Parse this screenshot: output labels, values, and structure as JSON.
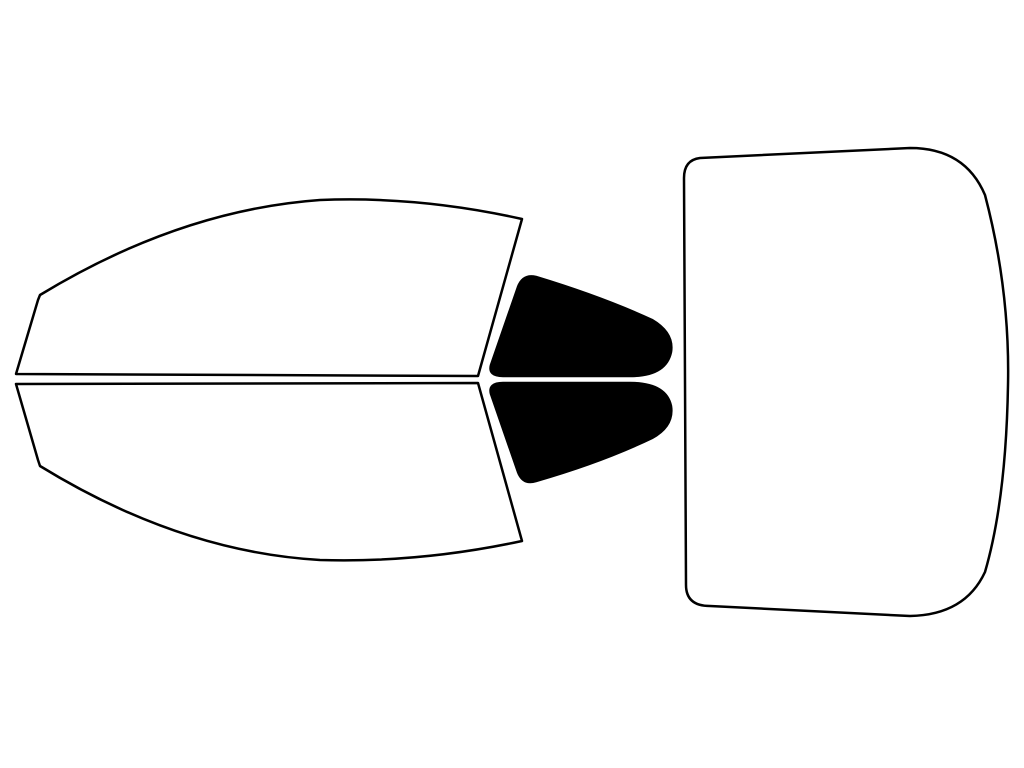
{
  "diagram": {
    "colors": {
      "background": "#ffffff",
      "outline": "#000000",
      "clear_fill": "#ffffff",
      "tinted_fill": "#000000"
    },
    "panels": [
      {
        "name": "front-door-window-top",
        "tinted": false
      },
      {
        "name": "front-door-window-bottom",
        "tinted": false
      },
      {
        "name": "rear-quarter-window-top",
        "tinted": true
      },
      {
        "name": "rear-quarter-window-bottom",
        "tinted": true
      },
      {
        "name": "rear-windshield",
        "tinted": false
      }
    ]
  }
}
